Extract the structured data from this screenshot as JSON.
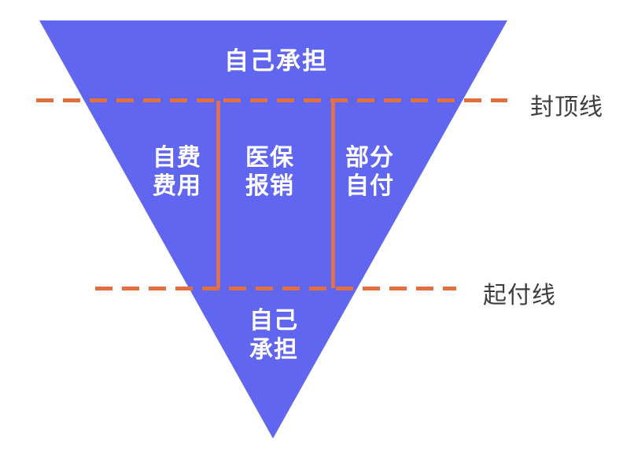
{
  "colors": {
    "background": "#FFFFFF",
    "triangle-fill": "#6066EF",
    "dash-orange": "#E2703F",
    "divider-salmon": "#DE7058",
    "label-dark": "#3E3E42",
    "text-white": "#FFFFFF"
  },
  "funnel": {
    "top_section_label": "自己承担",
    "cap_line_label": "封顶线",
    "deductible_line_label": "起付线",
    "middle_columns": [
      {
        "line1": "自费",
        "line2": "费用"
      },
      {
        "line1": "医保",
        "line2": "报销"
      },
      {
        "line1": "部分",
        "line2": "自付"
      }
    ],
    "bottom_section": {
      "line1": "自己",
      "line2": "承担"
    }
  }
}
